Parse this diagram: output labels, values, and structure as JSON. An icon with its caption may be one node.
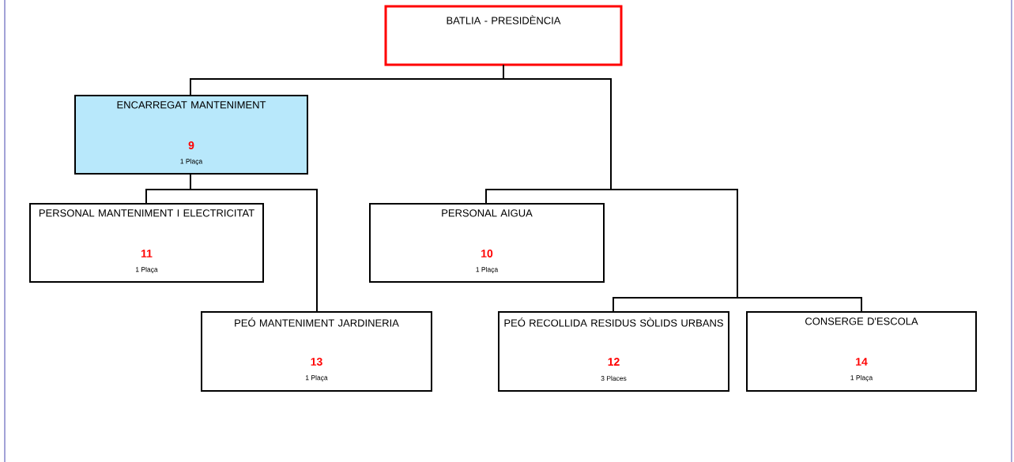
{
  "diagram": {
    "nodes": [
      {
        "text": [
          "BATLIA - PRESIDÈNCIA"
        ]
      },
      {
        "text": [
          "ENCARREGAT MANTENIMENT",
          "9",
          "1 Plaça"
        ]
      },
      {
        "text": [
          "PERSONAL MANTENIMENT I ELECTRICITAT",
          "11",
          "1 Plaça"
        ]
      },
      {
        "text": [
          "PERSONAL AIGUA",
          "10",
          "1 Plaça"
        ]
      },
      {
        "text": [
          "PEÓ MANTENIMENT JARDINERIA",
          "13",
          "1 Plaça"
        ]
      },
      {
        "text": [
          "PEÓ RECOLLIDA RESIDUS SÒLIDS URBANS",
          "12",
          "3 Places"
        ]
      },
      {
        "text": [
          "CONSERGE D'ESCOLA",
          "14",
          "1 Plaça"
        ]
      }
    ],
    "edges": [
      {
        "from": 0,
        "to": 1,
        "arrow": "none"
      },
      {
        "from": 0,
        "to": 3,
        "arrow": "none"
      },
      {
        "from": 0,
        "to": 5,
        "arrow": "none"
      },
      {
        "from": 0,
        "to": 6,
        "arrow": "none"
      },
      {
        "from": 1,
        "to": 2,
        "arrow": "none"
      },
      {
        "from": 1,
        "to": 4,
        "arrow": "none"
      }
    ]
  }
}
